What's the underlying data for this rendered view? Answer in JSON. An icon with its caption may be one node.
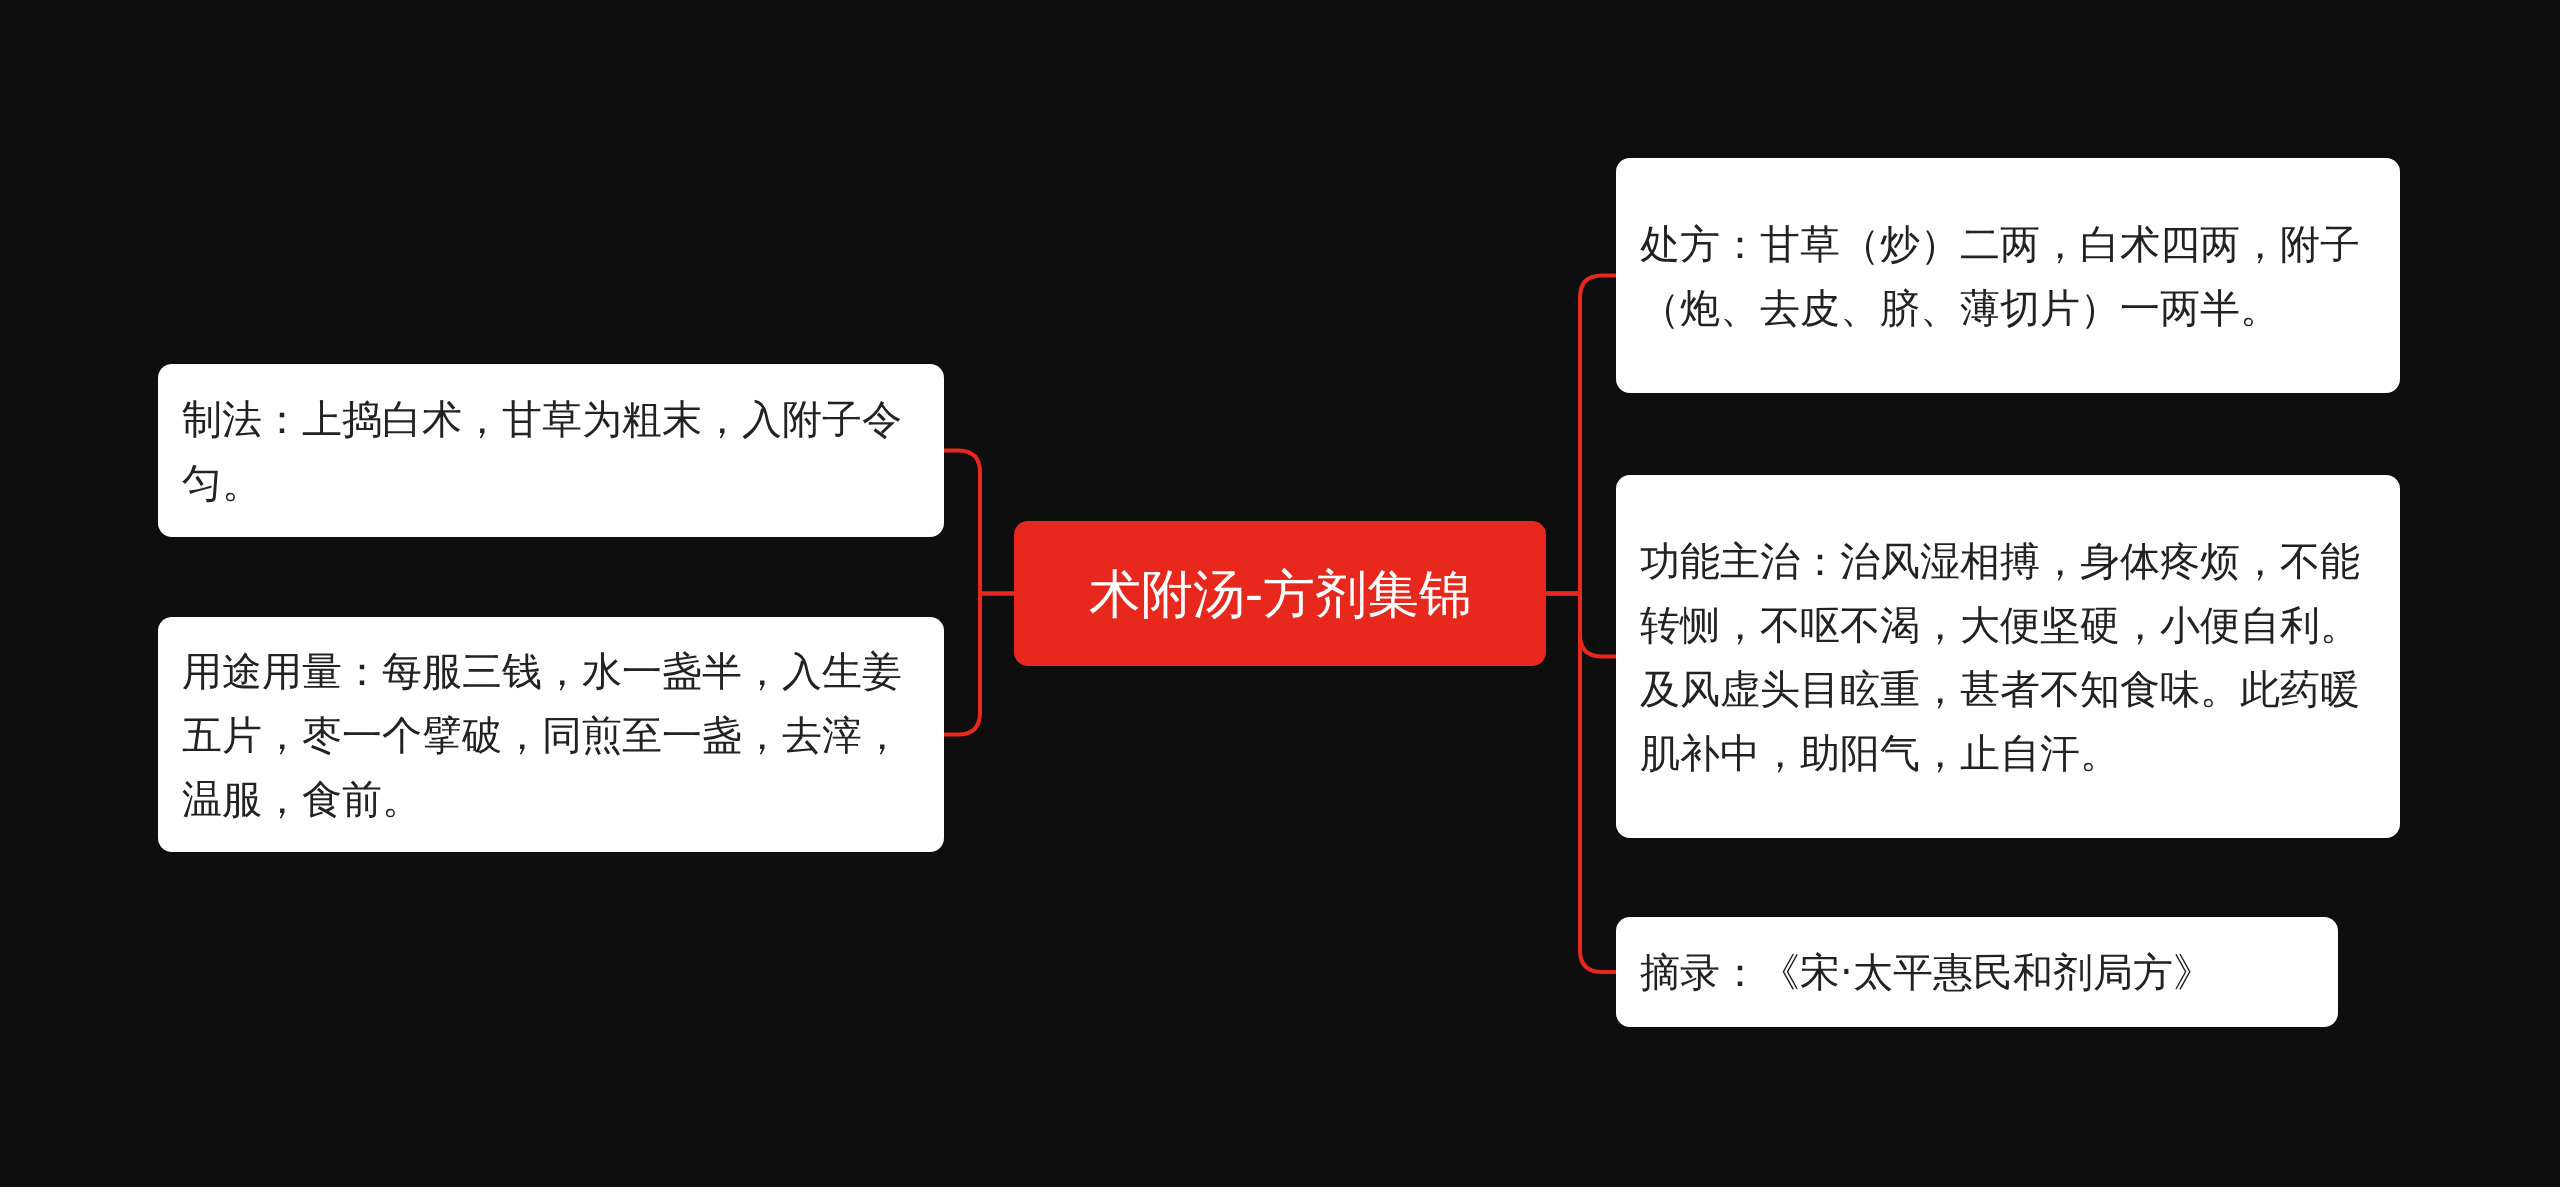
{
  "diagram": {
    "nodes": [
      {
        "text": [
          "术附汤-方剂集锦"
        ]
      },
      {
        "text": [
          "制法：上捣白术，甘草为粗末，入附子令匀。"
        ]
      },
      {
        "text": [
          "用途用量：每服三钱，水一盏半，入生姜五片，枣一个擘破，同煎至一盏，去滓，温服，食前。"
        ]
      },
      {
        "text": [
          "处方：甘草（炒）二两，白术四两，附子（炮、去皮、脐、薄切片）一两半。"
        ]
      },
      {
        "text": [
          "功能主治：治风湿相搏，身体疼烦，不能转恻，不呕不渴，大便坚硬，小便自利。及风虚头目眩重，甚者不知食味。此药暖肌补中，助阳气，止自汗。"
        ]
      },
      {
        "text": [
          "摘录：《宋·太平惠民和剂局方》"
        ]
      }
    ],
    "edges": [
      {
        "from": 0,
        "to": 1,
        "arrow": "none"
      },
      {
        "from": 0,
        "to": 2,
        "arrow": "none"
      },
      {
        "from": 0,
        "to": 3,
        "arrow": "none"
      },
      {
        "from": 0,
        "to": 4,
        "arrow": "none"
      },
      {
        "from": 0,
        "to": 5,
        "arrow": "none"
      }
    ]
  }
}
